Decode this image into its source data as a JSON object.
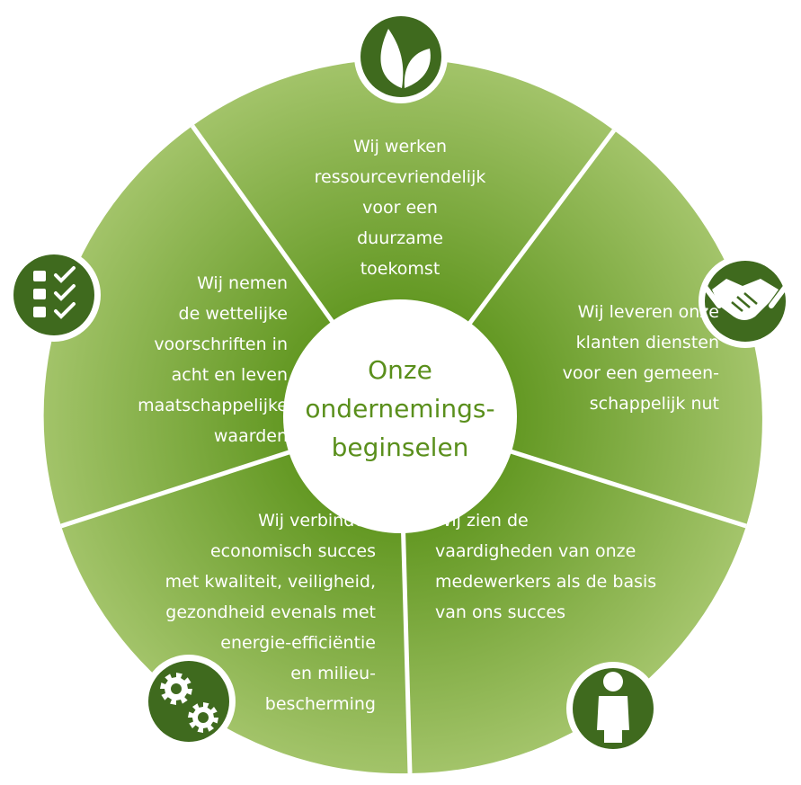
{
  "center": {
    "lines": [
      "Onze",
      "ondernemings-",
      "beginselen"
    ],
    "color": "#5a8f1c"
  },
  "colors": {
    "segment_light": "#a3c46a",
    "segment_dark": "#5d941c",
    "divider": "#ffffff",
    "icon_badge": "#3f6a1e"
  },
  "segments": [
    {
      "name": "sustainability",
      "icon": "leaf-icon",
      "lines": [
        "Wij werken",
        "ressourcevriendelijk",
        "voor een",
        "duurzame",
        "toekomst"
      ]
    },
    {
      "name": "customers",
      "icon": "handshake-icon",
      "lines": [
        "Wij leveren onze",
        "klanten diensten",
        "voor een gemeen-",
        "schappelijk nut"
      ]
    },
    {
      "name": "employees",
      "icon": "person-icon",
      "lines": [
        "Wij zien de",
        "vaardigheden van onze",
        "medewerkers als de basis",
        "van ons succes"
      ]
    },
    {
      "name": "economy",
      "icon": "gears-icon",
      "lines": [
        "Wij verbinden",
        "economisch succes",
        "met kwaliteit, veiligheid,",
        "gezondheid evenals met",
        "energie-efficiëntie",
        "en milieu-",
        "bescherming"
      ]
    },
    {
      "name": "compliance",
      "icon": "checklist-icon",
      "lines": [
        "Wij nemen",
        "de wettelijke",
        "voorschriften in",
        "acht en leven",
        "maatschappelijke",
        "waarden"
      ]
    }
  ]
}
